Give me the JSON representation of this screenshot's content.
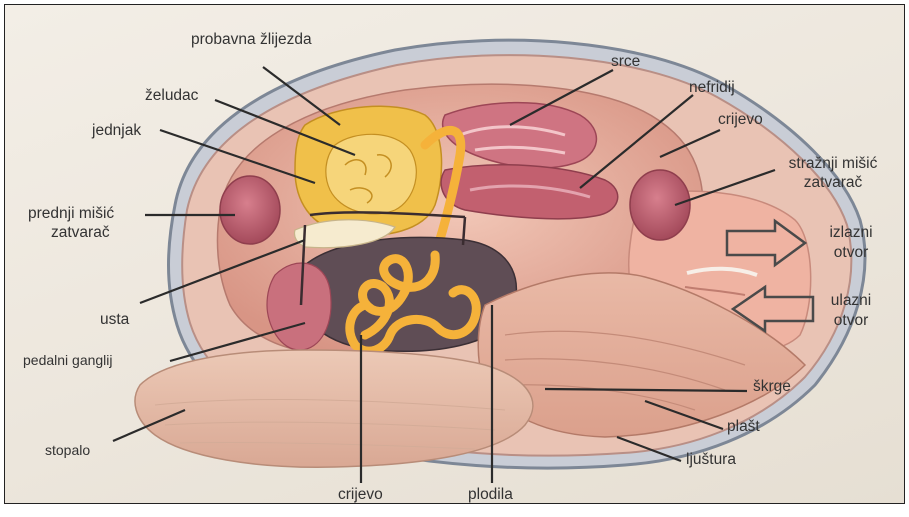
{
  "labels": {
    "probavna": "probavna žlijezda",
    "zeludac": "želudac",
    "jednjak": "jednjak",
    "prednji_1": "prednji mišić",
    "prednji_2": "zatvarač",
    "usta": "usta",
    "pedalni": "pedalni ganglij",
    "stopalo": "stopalo",
    "crijevo_bottom": "crijevo",
    "plodila": "plodila",
    "srce": "srce",
    "nefridij": "nefridij",
    "crijevo_top": "crijevo",
    "strazni_1": "stražnji mišić",
    "strazni_2": "zatvarač",
    "izlazni_1": "izlazni",
    "izlazni_2": "otvor",
    "ulazni_1": "ulazni",
    "ulazni_2": "otvor",
    "skrge": "škrge",
    "plast": "plašt",
    "ljustura": "ljuštura"
  },
  "colors": {
    "shell": "#a9b3bf",
    "mantle": "#e8b7a4",
    "body": "#d9a095",
    "foot": "#e2bfae",
    "gland": "#f0c04a",
    "intestine": "#f5b23a",
    "muscle": "#b85a6a",
    "gonad": "#5f4d55",
    "heart": "#c06070"
  }
}
